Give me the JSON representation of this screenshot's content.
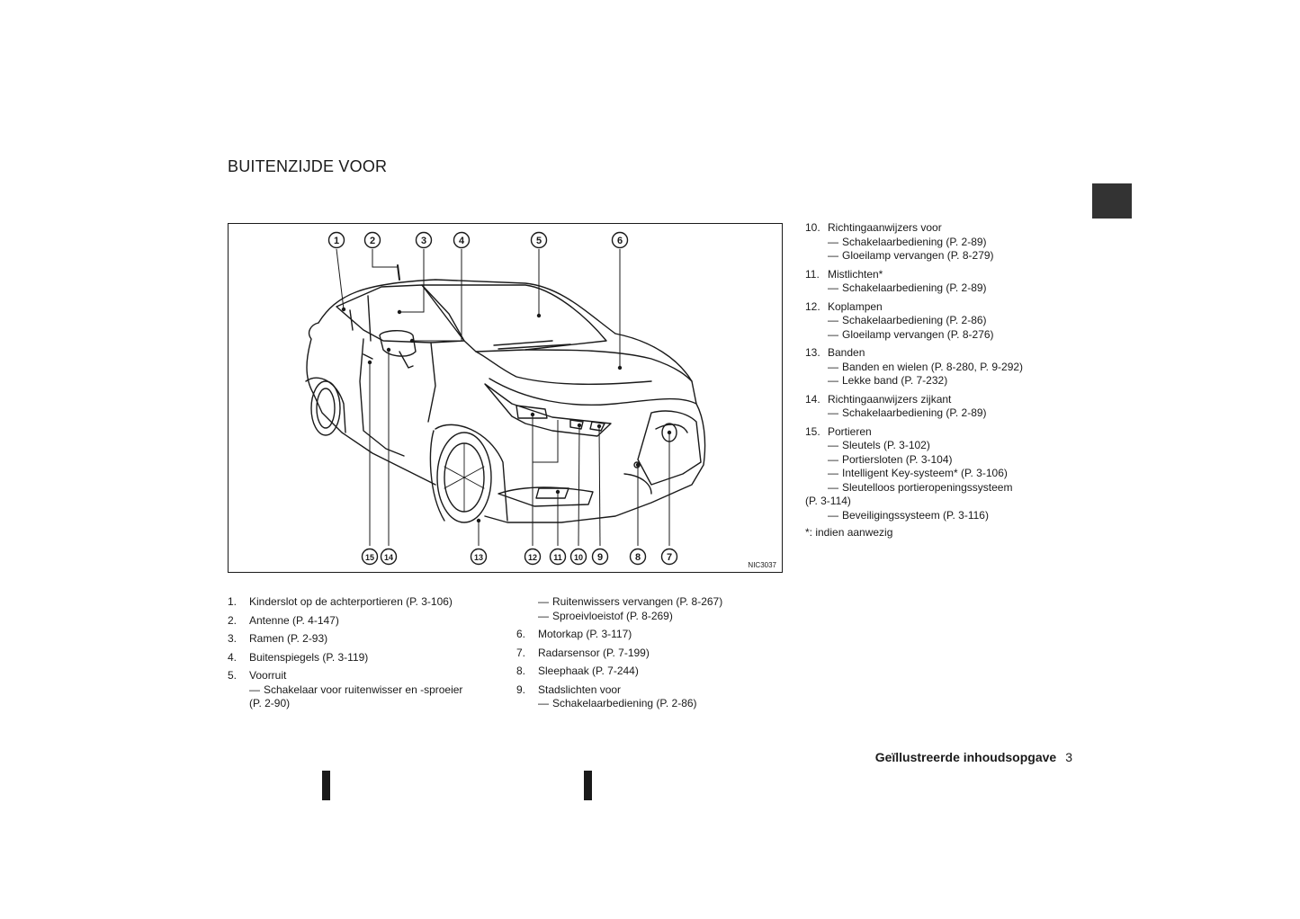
{
  "page": {
    "title": "BUITENZIJDE VOOR",
    "footer_title": "Geïllustreerde inhoudsopgave",
    "page_number": "3"
  },
  "figure": {
    "code": "NIC3037",
    "callouts": [
      "1",
      "2",
      "3",
      "4",
      "5",
      "6",
      "7",
      "8",
      "9",
      "10",
      "11",
      "12",
      "13",
      "14",
      "15"
    ]
  },
  "list_col1": [
    {
      "num": "1.",
      "text": "Kinderslot op de achterportieren (P. 3-106)"
    },
    {
      "num": "2.",
      "text": "Antenne (P. 4-147)"
    },
    {
      "num": "3.",
      "text": "Ramen (P. 2-93)"
    },
    {
      "num": "4.",
      "text": "Buitenspiegels (P. 3-119)"
    },
    {
      "num": "5.",
      "text": "Voorruit",
      "sub": "Schakelaar voor ruitenwisser en -sproeier",
      "cont": "(P. 2-90)"
    }
  ],
  "list_col2_lead": [
    "Ruitenwissers vervangen (P. 8-267)",
    "Sproeivloeistof (P. 8-269)"
  ],
  "list_col2": [
    {
      "num": "6.",
      "text": "Motorkap (P. 3-117)"
    },
    {
      "num": "7.",
      "text": "Radarsensor (P. 7-199)"
    },
    {
      "num": "8.",
      "text": "Sleephaak (P. 7-244)"
    },
    {
      "num": "9.",
      "text": "Stadslichten voor",
      "sub": "Schakelaarbediening (P. 2-86)"
    }
  ],
  "list_col3": [
    {
      "num": "10.",
      "text": "Richtingaanwijzers voor",
      "subs": [
        "Schakelaarbediening (P. 2-89)",
        "Gloeilamp vervangen (P. 8-279)"
      ]
    },
    {
      "num": "11.",
      "text": "Mistlichten*",
      "subs": [
        "Schakelaarbediening (P. 2-89)"
      ]
    },
    {
      "num": "12.",
      "text": "Koplampen",
      "subs": [
        "Schakelaarbediening (P. 2-86)",
        "Gloeilamp vervangen (P. 8-276)"
      ]
    },
    {
      "num": "13.",
      "text": "Banden",
      "subs": [
        "Banden en wielen (P. 8-280, P. 9-292)",
        "Lekke band (P. 7-232)"
      ]
    },
    {
      "num": "14.",
      "text": "Richtingaanwijzers zijkant",
      "subs": [
        "Schakelaarbediening (P. 2-89)"
      ]
    },
    {
      "num": "15.",
      "text": "Portieren",
      "subs": [
        "Sleutels (P. 3-102)",
        "Portiersloten (P. 3-104)",
        "Intelligent Key-systeem* (P. 3-106)",
        "Sleutelloos portieropeningssysteem"
      ],
      "cont": "(P. 3-114)",
      "subs_after": [
        "Beveiligingssysteem (P. 3-116)"
      ]
    }
  ],
  "footnote": "*: indien aanwezig",
  "dash_glyph": "—"
}
